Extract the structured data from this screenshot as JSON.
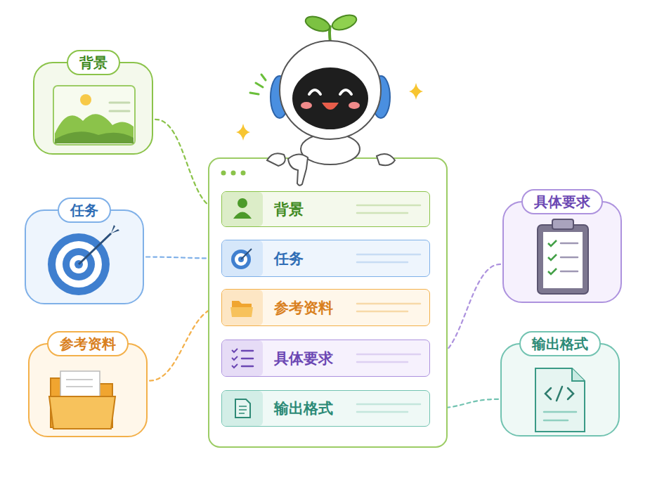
{
  "diagram": {
    "nodes": [
      {
        "text": [
          "背景"
        ]
      },
      {
        "text": [
          "任务"
        ]
      },
      {
        "text": [
          "参考资料"
        ]
      },
      {
        "text": [
          "背景"
        ]
      },
      {
        "text": [
          "任务"
        ]
      },
      {
        "text": [
          "参考资料"
        ]
      },
      {
        "text": [
          "具体要求"
        ]
      },
      {
        "text": [
          "输出格式"
        ]
      },
      {
        "text": [
          "具体要求"
        ]
      },
      {
        "text": [
          "输出格式"
        ]
      }
    ],
    "edges": [
      {
        "from": 0,
        "to": 3,
        "arrow": "to"
      },
      {
        "from": 1,
        "to": 4,
        "arrow": "to"
      },
      {
        "from": 2,
        "to": 5,
        "arrow": "to"
      },
      {
        "from": 8,
        "to": 6,
        "arrow": "to"
      },
      {
        "from": 9,
        "to": 7,
        "arrow": "to"
      }
    ]
  }
}
